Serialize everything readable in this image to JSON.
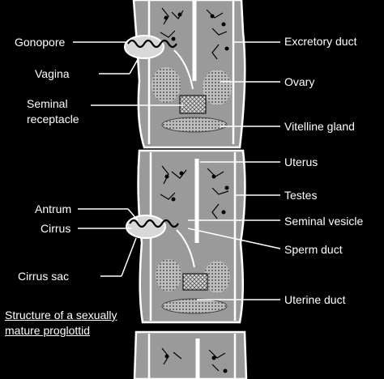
{
  "labels": {
    "gonopore": "Gonopore",
    "vagina": "Vagina",
    "seminal_receptacle_line1": "Seminal",
    "seminal_receptacle_line2": "receptacle",
    "antrum": "Antrum",
    "cirrus": "Cirrus",
    "cirrus_sac": "Cirrus sac",
    "excretory_duct": "Excretory duct",
    "ovary": "Ovary",
    "vitelline_gland": "Vitelline gland",
    "uterus": "Uterus",
    "testes": "Testes",
    "seminal_vesicle": "Seminal vesicle",
    "sperm_duct": "Sperm duct",
    "uterine_duct": "Uterine duct"
  },
  "caption": {
    "line1": "Structure of a sexually",
    "line2": "mature proglottid"
  },
  "colors": {
    "background": "#000000",
    "body": "#9a9a9a",
    "body_outline": "#ffffff",
    "ink": "#000000"
  }
}
